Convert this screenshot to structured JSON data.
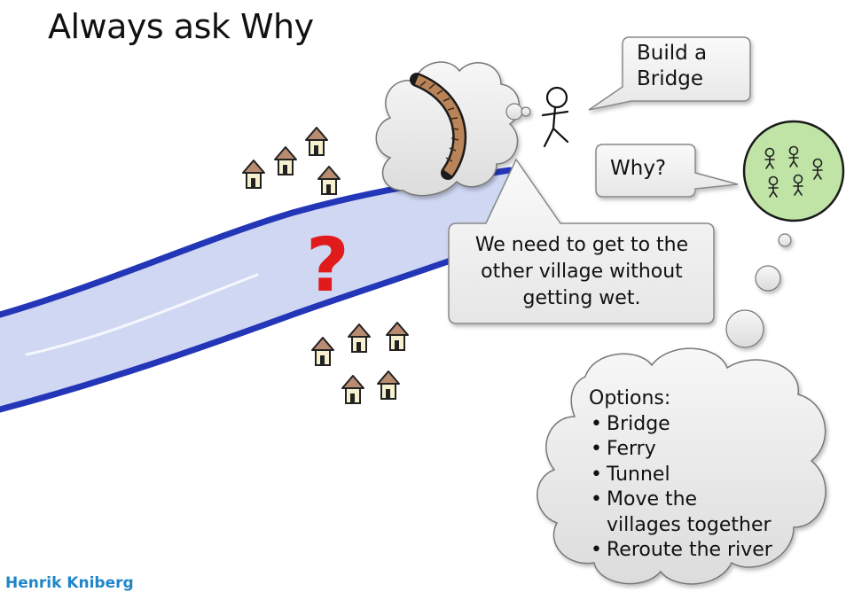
{
  "title": "Always ask Why",
  "author": "Henrik Kniberg",
  "speech_builder": [
    "Build a",
    "Bridge"
  ],
  "speech_why": "Why?",
  "speech_need": [
    "We need to get to the",
    "other village without",
    "getting wet."
  ],
  "question_mark": "?",
  "options": {
    "title": "Options:",
    "items": [
      "Bridge",
      "Ferry",
      "Tunnel",
      "Move the",
      "villages together",
      "Reroute the river"
    ]
  },
  "colors": {
    "river_edge": "#2436b8",
    "river_fill": "#cfd7f3",
    "question": "#e11b1b",
    "author": "#1f86c9",
    "bridge": "#b88458",
    "group_fill": "#bfe4a6",
    "house_roof": "#b98c72",
    "house_wall": "#f6f0cf"
  }
}
